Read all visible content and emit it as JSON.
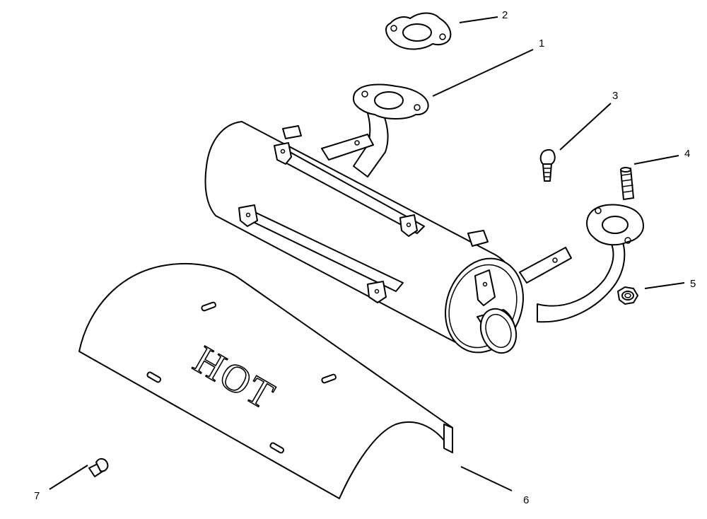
{
  "diagram": {
    "callouts": [
      {
        "id": "1",
        "label": "1"
      },
      {
        "id": "2",
        "label": "2"
      },
      {
        "id": "3",
        "label": "3"
      },
      {
        "id": "4",
        "label": "4"
      },
      {
        "id": "5",
        "label": "5"
      },
      {
        "id": "6",
        "label": "6"
      },
      {
        "id": "7",
        "label": "7"
      }
    ],
    "shield_text": "HOT"
  }
}
